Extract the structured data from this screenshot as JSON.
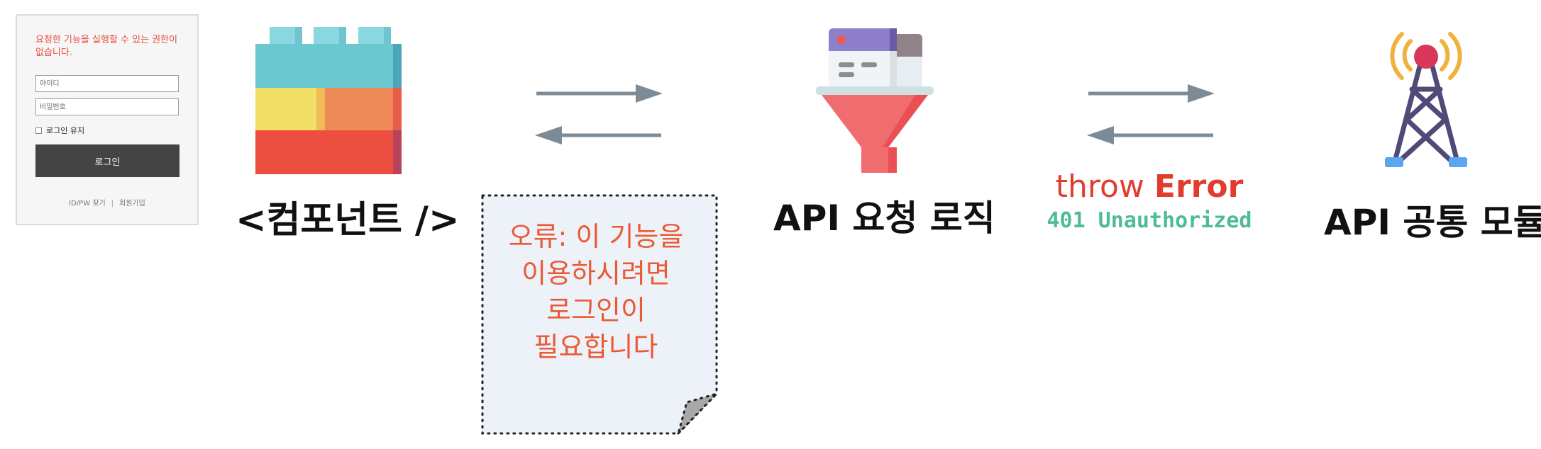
{
  "login": {
    "message": "요청한 기능을 실행할 수 있는 권한이 없습니다.",
    "id_placeholder": "아이디",
    "pw_placeholder": "비밀번호",
    "remember_label": "로그인 유지",
    "login_button": "로그인",
    "find_link": "ID/PW 찾기",
    "signup_link": "회원가입"
  },
  "nodes": {
    "component": "<컴포넌트 />",
    "api_logic": "API 요청 로직",
    "api_module": "API 공통 모듈"
  },
  "note": {
    "lines": [
      "오류: 이 기능을",
      "이용하시려면",
      "로그인이",
      "필요합니다"
    ]
  },
  "error": {
    "throw_word": "throw",
    "error_word": "Error",
    "status": "401 Unauthorized"
  },
  "colors": {
    "arrow": "#7d8b97",
    "note_text": "#ea5a35",
    "error_red": "#e23c2e",
    "status_green": "#4fbb98"
  },
  "icons": {
    "component": "lego-brick-icon",
    "api_logic": "funnel-icon",
    "api_module": "antenna-tower-icon"
  }
}
